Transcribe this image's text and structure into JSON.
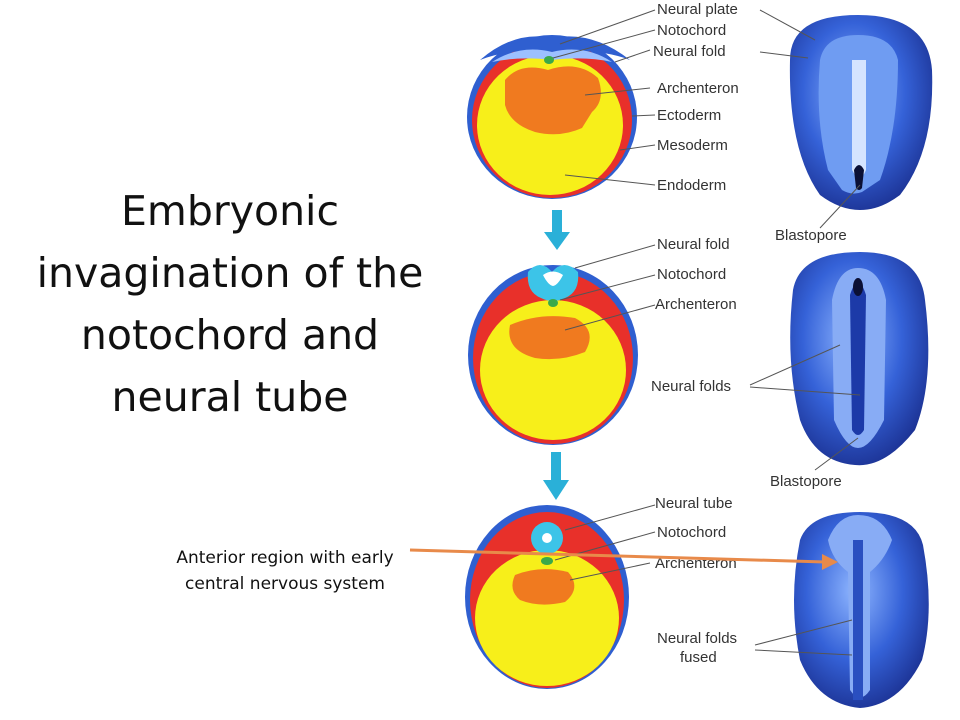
{
  "slide": {
    "title": "Embryonic invagination of the notochord and neural tube",
    "caption": "Anterior region with early central nervous system"
  },
  "diagram": {
    "stage1": {
      "labels": [
        "Neural plate",
        "Notochord",
        "Neural fold",
        "Archenteron",
        "Ectoderm",
        "Mesoderm",
        "Endoderm"
      ],
      "blastopore": "Blastopore"
    },
    "stage2": {
      "labels": [
        "Neural fold",
        "Notochord",
        "Archenteron",
        "Neural folds"
      ],
      "blastopore": "Blastopore"
    },
    "stage3": {
      "labels": [
        "Neural tube",
        "Notochord",
        "Archenteron",
        "Neural folds",
        "fused"
      ]
    }
  },
  "colors": {
    "yolk": "#f7ef1a",
    "mesoderm_red": "#e8302a",
    "archenteron_orange": "#f07a1f",
    "ectoderm_blue": "#2f5fd0",
    "neural_cyan": "#3cc4e8",
    "notochord_green": "#3aa94a",
    "arrow_cyan": "#2ab0d8",
    "pointer_orange": "#e88a4a"
  }
}
